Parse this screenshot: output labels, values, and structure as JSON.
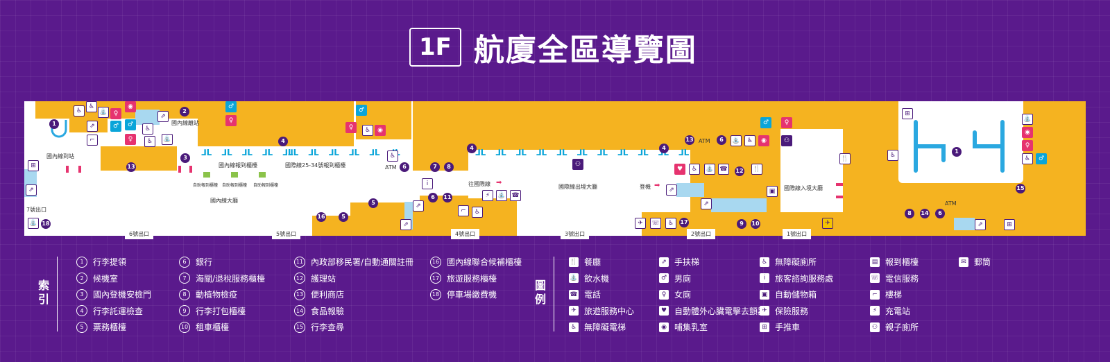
{
  "header": {
    "floor": "1F",
    "title": "航廈全區導覽圖"
  },
  "areas": {
    "domestic_arrival": "國內線到站",
    "domestic_departure": "國內線離站",
    "domestic_checkin": "國內線報到櫃檯",
    "intl_checkin": "國際線25-34號報到櫃檯",
    "domestic_hall": "國內線大廳",
    "intl_departure_hall": "國際線出境大廳",
    "intl_arrival_hall": "國際線入境大廳",
    "to_intl": "往國際線",
    "boarding": "登機",
    "atm": "ATM",
    "kiosk": "自助報到櫃檯"
  },
  "exits": [
    "7號出口",
    "6號出口",
    "5號出口",
    "4號出口",
    "3號出口",
    "2號出口",
    "1號出口"
  ],
  "index": {
    "heading": "索引",
    "items": [
      {
        "n": "1",
        "label": "行李提領"
      },
      {
        "n": "2",
        "label": "候機室"
      },
      {
        "n": "3",
        "label": "國內登機安檢門"
      },
      {
        "n": "4",
        "label": "行李託運檢查"
      },
      {
        "n": "5",
        "label": "票務櫃檯"
      },
      {
        "n": "6",
        "label": "銀行"
      },
      {
        "n": "7",
        "label": "海關/退稅服務櫃檯"
      },
      {
        "n": "8",
        "label": "動植物檢疫"
      },
      {
        "n": "9",
        "label": "行李打包櫃檯"
      },
      {
        "n": "10",
        "label": "租車櫃檯"
      },
      {
        "n": "11",
        "label": "內政部移民署/自動通關註冊"
      },
      {
        "n": "12",
        "label": "護理站"
      },
      {
        "n": "13",
        "label": "便利商店"
      },
      {
        "n": "14",
        "label": "食品報驗"
      },
      {
        "n": "15",
        "label": "行李查尋"
      },
      {
        "n": "16",
        "label": "國內線聯合候補櫃檯"
      },
      {
        "n": "17",
        "label": "旅遊服務櫃檯"
      },
      {
        "n": "18",
        "label": "停車場繳費機"
      }
    ]
  },
  "legend": {
    "heading": "圖例",
    "items": [
      {
        "icon": "restaurant-icon",
        "glyph": "🍴",
        "label": "餐廳"
      },
      {
        "icon": "water-icon",
        "glyph": "⛲",
        "label": "飲水機"
      },
      {
        "icon": "phone-icon",
        "glyph": "☎",
        "label": "電話"
      },
      {
        "icon": "tourist-center-icon",
        "glyph": "✈",
        "label": "旅遊服務中心"
      },
      {
        "icon": "accessible-elevator-icon",
        "glyph": "♿",
        "label": "無障礙電梯"
      },
      {
        "icon": "escalator-icon",
        "glyph": "⇗",
        "label": "手扶梯"
      },
      {
        "icon": "male-toilet-icon",
        "glyph": "♂",
        "label": "男廁"
      },
      {
        "icon": "female-toilet-icon",
        "glyph": "♀",
        "label": "女廁"
      },
      {
        "icon": "aed-icon",
        "glyph": "♥",
        "label": "自動體外心臟電擊去顫器"
      },
      {
        "icon": "nursing-room-icon",
        "glyph": "◉",
        "label": "哺集乳室"
      },
      {
        "icon": "accessible-toilet-icon",
        "glyph": "♿",
        "label": "無障礙廁所"
      },
      {
        "icon": "info-icon",
        "glyph": "i",
        "label": "旅客諮詢服務處"
      },
      {
        "icon": "locker-icon",
        "glyph": "▣",
        "label": "自動儲物箱"
      },
      {
        "icon": "insurance-icon",
        "glyph": "✈",
        "label": "保險服務"
      },
      {
        "icon": "cart-icon",
        "glyph": "⊞",
        "label": "手推車"
      },
      {
        "icon": "checkin-icon",
        "glyph": "▤",
        "label": "報到櫃檯"
      },
      {
        "icon": "telecom-icon",
        "glyph": "☏",
        "label": "電信服務"
      },
      {
        "icon": "stairs-icon",
        "glyph": "⌐",
        "label": "樓梯"
      },
      {
        "icon": "charging-icon",
        "glyph": "⚡",
        "label": "充電站"
      },
      {
        "icon": "family-toilet-icon",
        "glyph": "⚇",
        "label": "親子廁所"
      },
      {
        "icon": "mailbox-icon",
        "glyph": "✉",
        "label": "郵筒"
      }
    ]
  },
  "colors": {
    "background": "#5a1a8c",
    "block": "#f5b320",
    "accent": "#0aa5d9",
    "pink": "#e6336f",
    "marker": "#4a1a7a"
  }
}
